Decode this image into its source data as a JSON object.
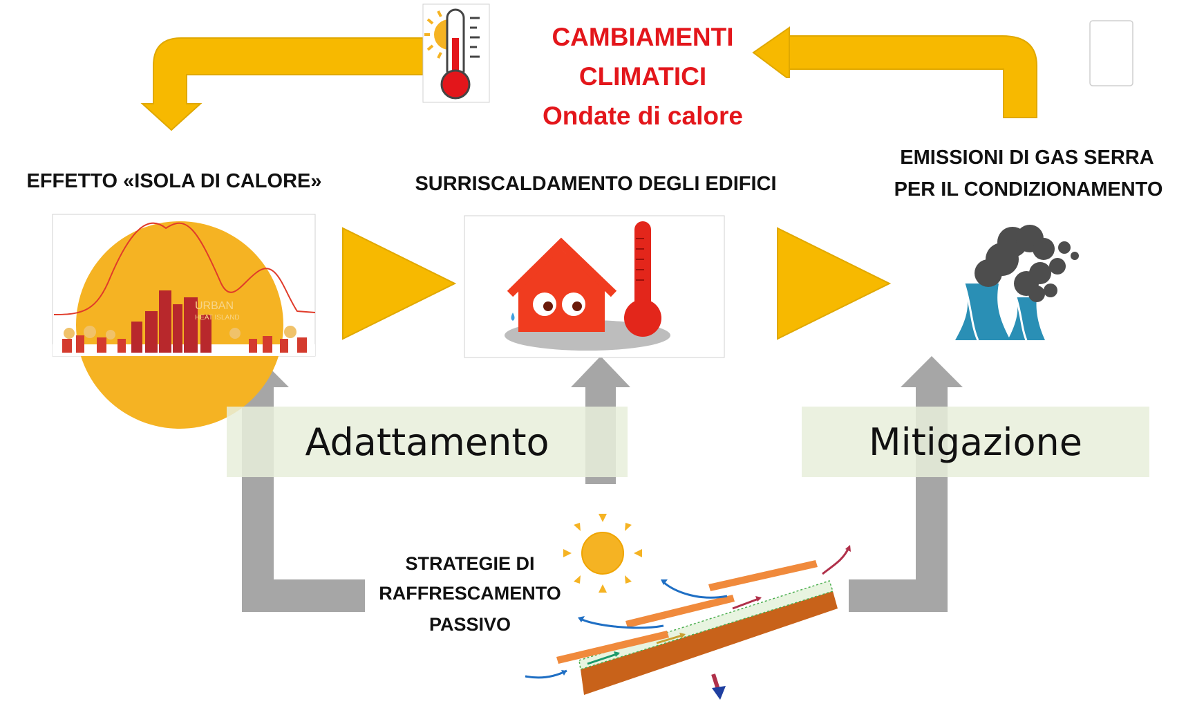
{
  "title": {
    "line1": "CAMBIAMENTI",
    "line2": "CLIMATICI",
    "line3": "Ondate di calore",
    "color": "#e3161b"
  },
  "stages": {
    "heat_island": {
      "label": "EFFETTO «ISOLA DI CALORE»",
      "image_text_1": "URBAN",
      "image_text_2": "HEAT ISLAND"
    },
    "overheating": {
      "label": "SURRISCALDAMENTO DEGLI EDIFICI"
    },
    "emissions": {
      "label_line1": "EMISSIONI DI GAS SERRA",
      "label_line2": "PER IL CONDIZIONAMENTO"
    }
  },
  "boxes": {
    "adaptation": "Adattamento",
    "mitigation": "Mitigazione"
  },
  "strategy": {
    "line1": "STRATEGIE DI",
    "line2": "RAFFRESCAMENTO",
    "line3": "PASSIVO"
  },
  "colors": {
    "yellow_arrow": "#f7b900",
    "gray_arrow": "#a6a6a6",
    "red": "#e3161b",
    "orange": "#f08a3c",
    "roof_brown": "#c8621a",
    "blue_arrow": "#1f6fc4",
    "chimney_blue": "#2a8fb5",
    "smoke": "#4d4d4d"
  },
  "icons": [
    "thermometer-sun-icon",
    "house-thermometer-icon",
    "power-plant-smoke-icon",
    "sun-icon",
    "roof-section-icon"
  ]
}
